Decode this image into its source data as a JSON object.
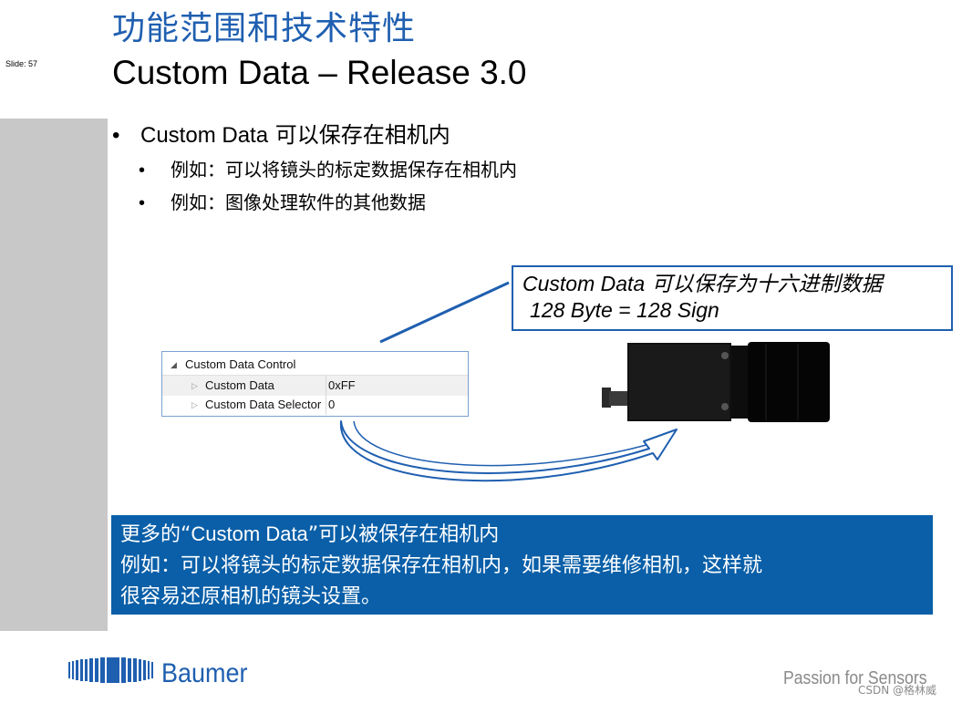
{
  "slide": {
    "number_label": "Slide: 57"
  },
  "title": {
    "chinese": "功能范围和技术特性",
    "english": "Custom Data – Release 3.0"
  },
  "bullets": {
    "main": {
      "en": "Custom Data",
      "cn": " 可以保存在相机内"
    },
    "sub": [
      "例如：可以将镜头的标定数据保存在相机内",
      "例如：图像处理软件的其他数据"
    ]
  },
  "callout": {
    "line1_en": "Custom Data",
    "line1_cn": " 可以保存为十六进制数据",
    "line2": "128 Byte = 128 Sign"
  },
  "property_panel": {
    "header": "Custom Data Control",
    "rows": [
      {
        "label": "Custom Data",
        "value": "0xFF"
      },
      {
        "label": "Custom Data Selector",
        "value": "0"
      }
    ]
  },
  "info_box": {
    "line1_a": "更多的“",
    "line1_en": "Custom Data",
    "line1_b": "”可以被保存在相机内",
    "line2": "例如：可以将镜头的标定数据保存在相机内，如果需要维修相机，这样就",
    "line3": "很容易还原相机的镜头设置。"
  },
  "footer": {
    "brand": "Baumer",
    "tagline": "Passion for Sensors",
    "watermark": "CSDN @格林威"
  },
  "colors": {
    "brand_blue": "#1f5fb0",
    "info_box_bg": "#0a5fa8",
    "side_bar": "#c8c8c8"
  }
}
